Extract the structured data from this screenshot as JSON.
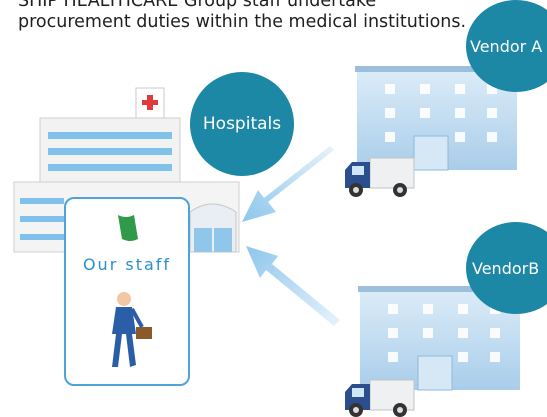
{
  "caption": {
    "line1": "SHIP HEALTHCARE Group staff undertake",
    "line2": "procurement duties within the medical institutions."
  },
  "nodes": {
    "hospitals": "Hospitals",
    "vendor_a": "Vendor A",
    "vendor_b": "VendorB",
    "staff": "Our staff"
  },
  "colors": {
    "circle": "#1d87a6",
    "arrow": "#a8d4f0",
    "building": "#c7dff3",
    "staff_border": "#4fa3d8"
  },
  "icons": [
    "hospital-building-icon",
    "vendor-building-icon",
    "delivery-truck-icon",
    "green-flag-logo-icon",
    "businessman-icon",
    "red-cross-icon"
  ]
}
